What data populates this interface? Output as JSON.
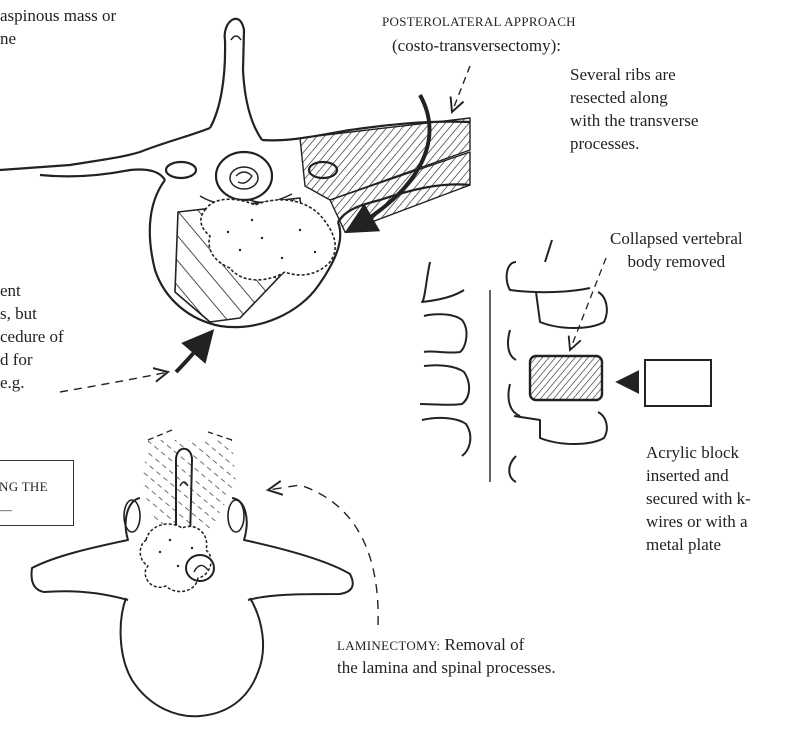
{
  "text": {
    "top_left_fragment": "aspinous mass or\nne",
    "posterolateral_title": "POSTEROLATERAL APPROACH",
    "posterolateral_sub": "(costo-transversectomy):",
    "ribs_note": "Several ribs are\nresected along\nwith the transverse\nprocesses.",
    "collapsed_label": "Collapsed vertebral\nbody removed",
    "left_mid_fragment": "ent\ns, but\ncedure of\nd for\ne.g.",
    "box_fragment": "NG THE\n—",
    "acrylic_label": "Acrylic block\ninserted and\nsecured with k-\nwires or with a\nmetal plate",
    "laminectomy_title": "LAMINECTOMY:",
    "laminectomy_rest": " Removal of",
    "laminectomy_line2": "the lamina and spinal processes."
  },
  "colors": {
    "ink": "#222222",
    "background": "#ffffff"
  },
  "figures": [
    "vertebra-cross-section",
    "spine-column-side-view",
    "acrylic-block",
    "laminectomy-vertebra"
  ]
}
